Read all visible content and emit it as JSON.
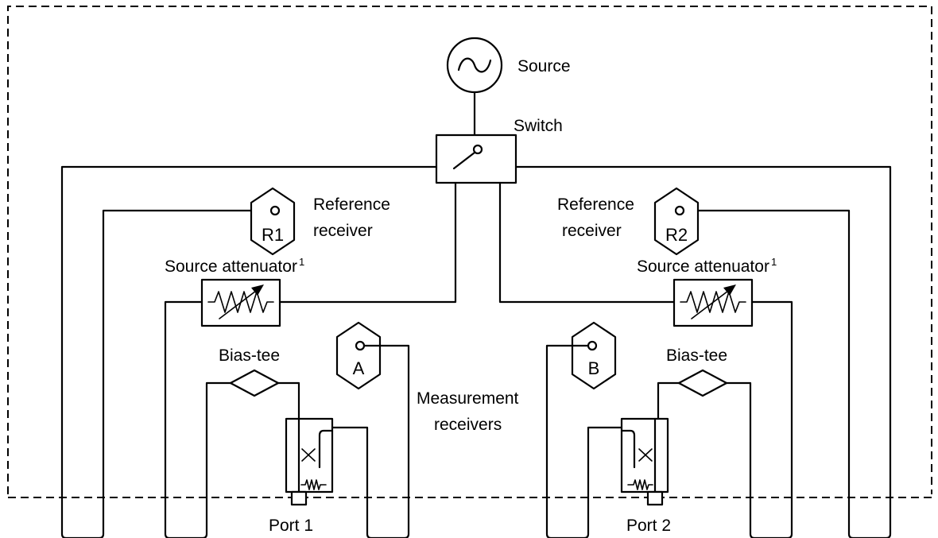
{
  "labels": {
    "source": "Source",
    "switch": "Switch",
    "reference_receiver_line1": "Reference",
    "reference_receiver_line2": "receiver",
    "source_attenuator": "Source attenuator",
    "footnote_marker": "1",
    "bias_tee": "Bias-tee",
    "measurement_receivers_line1": "Measurement",
    "measurement_receivers_line2": "receivers",
    "port_1": "Port 1",
    "port_2": "Port 2"
  },
  "receivers": {
    "r1": "R1",
    "r2": "R2",
    "a": "A",
    "b": "B"
  }
}
